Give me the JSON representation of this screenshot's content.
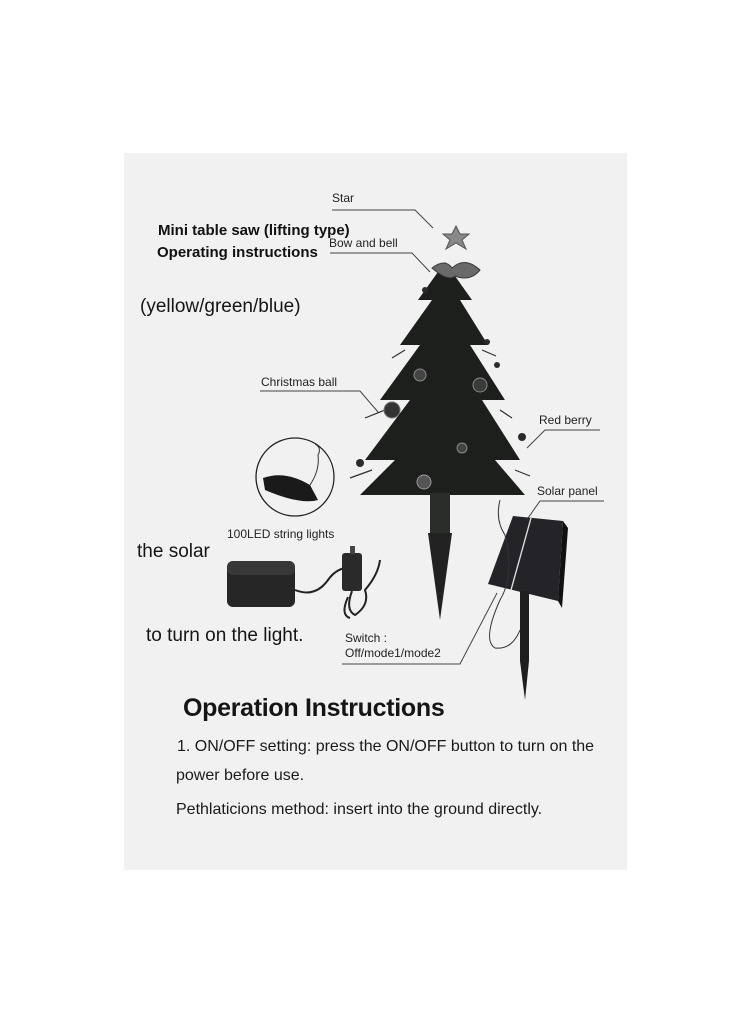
{
  "header": {
    "title_line1": "Mini table saw (lifting type)",
    "title_line2": "Operating instructions",
    "colors_note": "(yellow/green/blue)"
  },
  "left_notes": {
    "note1": "the solar",
    "note2": "to turn on the light."
  },
  "callouts": {
    "star": "Star",
    "bow_bell": "Bow and bell",
    "christmas_ball": "Christmas ball",
    "red_berry": "Red berry",
    "solar_panel": "Solar panel",
    "string_lights": "100LED string lights",
    "switch_line1": "Switch :",
    "switch_line2": "Off/mode1/mode2"
  },
  "instructions": {
    "heading": "Operation Instructions",
    "line1": "1. ON/OFF setting: press the ON/OFF button to turn on the",
    "line2": "power before use.",
    "line3": "Pethlaticions method: insert into the ground directly."
  },
  "colors": {
    "page_bg": "#ffffff",
    "sheet_bg": "#f1f1f1",
    "ink": "#111111",
    "tree": "#1c1f1c"
  }
}
